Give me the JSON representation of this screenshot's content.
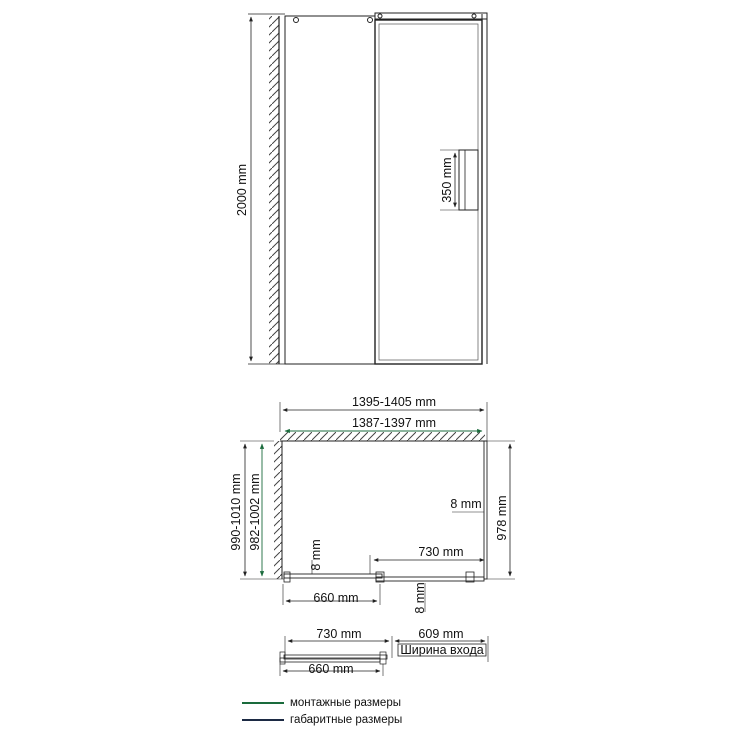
{
  "front": {
    "height": "2000 mm",
    "handle": "350 mm"
  },
  "plan": {
    "overall_width": "1395-1405 mm",
    "mount_width": "1387-1397 mm",
    "overall_depth": "990-1010 mm",
    "mount_depth": "982-1002 mm",
    "side_depth": "978 mm",
    "return_gap": "8 mm",
    "door_width": "730 mm",
    "glass_gap": "8 mm",
    "fixed_width": "660 mm"
  },
  "detail": {
    "door_width": "730 mm",
    "entry_width": "609 mm",
    "entry_caption": "Ширина входа",
    "fixed_width": "660 mm"
  },
  "legend": {
    "mounting": "монтажные размеры",
    "overall": "габаритные размеры"
  },
  "colors": {
    "mounting_line": "#1a6b3c",
    "overall_line": "#1c2a44"
  }
}
